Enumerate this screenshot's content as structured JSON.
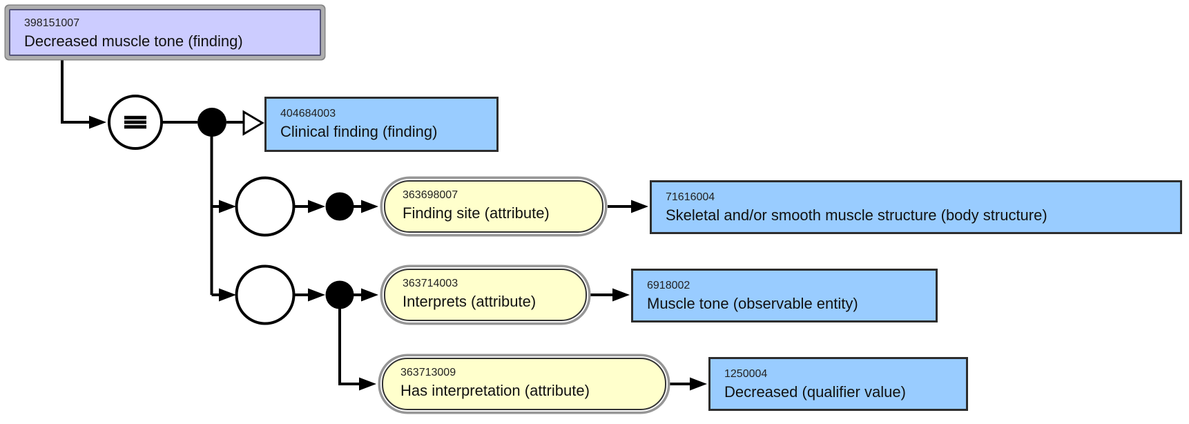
{
  "diagram_type": "snomed-concept-definition-diagram",
  "colors": {
    "background": "#ffffff",
    "focus_concept_fill": "#ccccff",
    "concept_fill": "#99ccff",
    "attribute_fill": "#ffffcc",
    "dark_border": "#2d2d2d",
    "gray_outline": "#969696",
    "connector": "#000000"
  },
  "icons": {
    "definition_status": "equivalent-to-icon",
    "conjunction": "conjunction-dot-icon",
    "role_group": "role-group-circle-icon",
    "is_a": "is-a-open-arrow-icon"
  },
  "nodes": {
    "focus": {
      "id": "398151007",
      "term": "Decreased muscle tone (finding)"
    },
    "parent": {
      "id": "404684003",
      "term": "Clinical finding (finding)"
    },
    "attr1": {
      "id": "363698007",
      "term": "Finding site (attribute)"
    },
    "value1": {
      "id": "71616004",
      "term": "Skeletal and/or smooth muscle structure (body structure)"
    },
    "attr2": {
      "id": "363714003",
      "term": "Interprets (attribute)"
    },
    "value2": {
      "id": "6918002",
      "term": "Muscle tone (observable entity)"
    },
    "attr3": {
      "id": "363713009",
      "term": "Has interpretation (attribute)"
    },
    "value3": {
      "id": "1250004",
      "term": "Decreased (qualifier value)"
    }
  },
  "edges": [
    {
      "from": "focus",
      "to": "definition-status-equivalent",
      "connector": "filled-arrow"
    },
    {
      "from": "definition-status-equivalent",
      "to": "conjunction-1",
      "connector": "line"
    },
    {
      "from": "conjunction-1",
      "to": "parent",
      "connector": "open-arrow-is-a"
    },
    {
      "from": "conjunction-1",
      "to": "role-group-1",
      "connector": "filled-arrow"
    },
    {
      "from": "role-group-1",
      "to": "conjunction-2",
      "connector": "filled-arrow"
    },
    {
      "from": "conjunction-2",
      "to": "attr1",
      "connector": "filled-arrow"
    },
    {
      "from": "attr1",
      "to": "value1",
      "connector": "filled-arrow"
    },
    {
      "from": "conjunction-1",
      "to": "role-group-2",
      "connector": "filled-arrow"
    },
    {
      "from": "role-group-2",
      "to": "conjunction-3",
      "connector": "filled-arrow"
    },
    {
      "from": "conjunction-3",
      "to": "attr2",
      "connector": "filled-arrow"
    },
    {
      "from": "attr2",
      "to": "value2",
      "connector": "filled-arrow"
    },
    {
      "from": "conjunction-3",
      "to": "attr3",
      "connector": "filled-arrow"
    },
    {
      "from": "attr3",
      "to": "value3",
      "connector": "filled-arrow"
    }
  ]
}
